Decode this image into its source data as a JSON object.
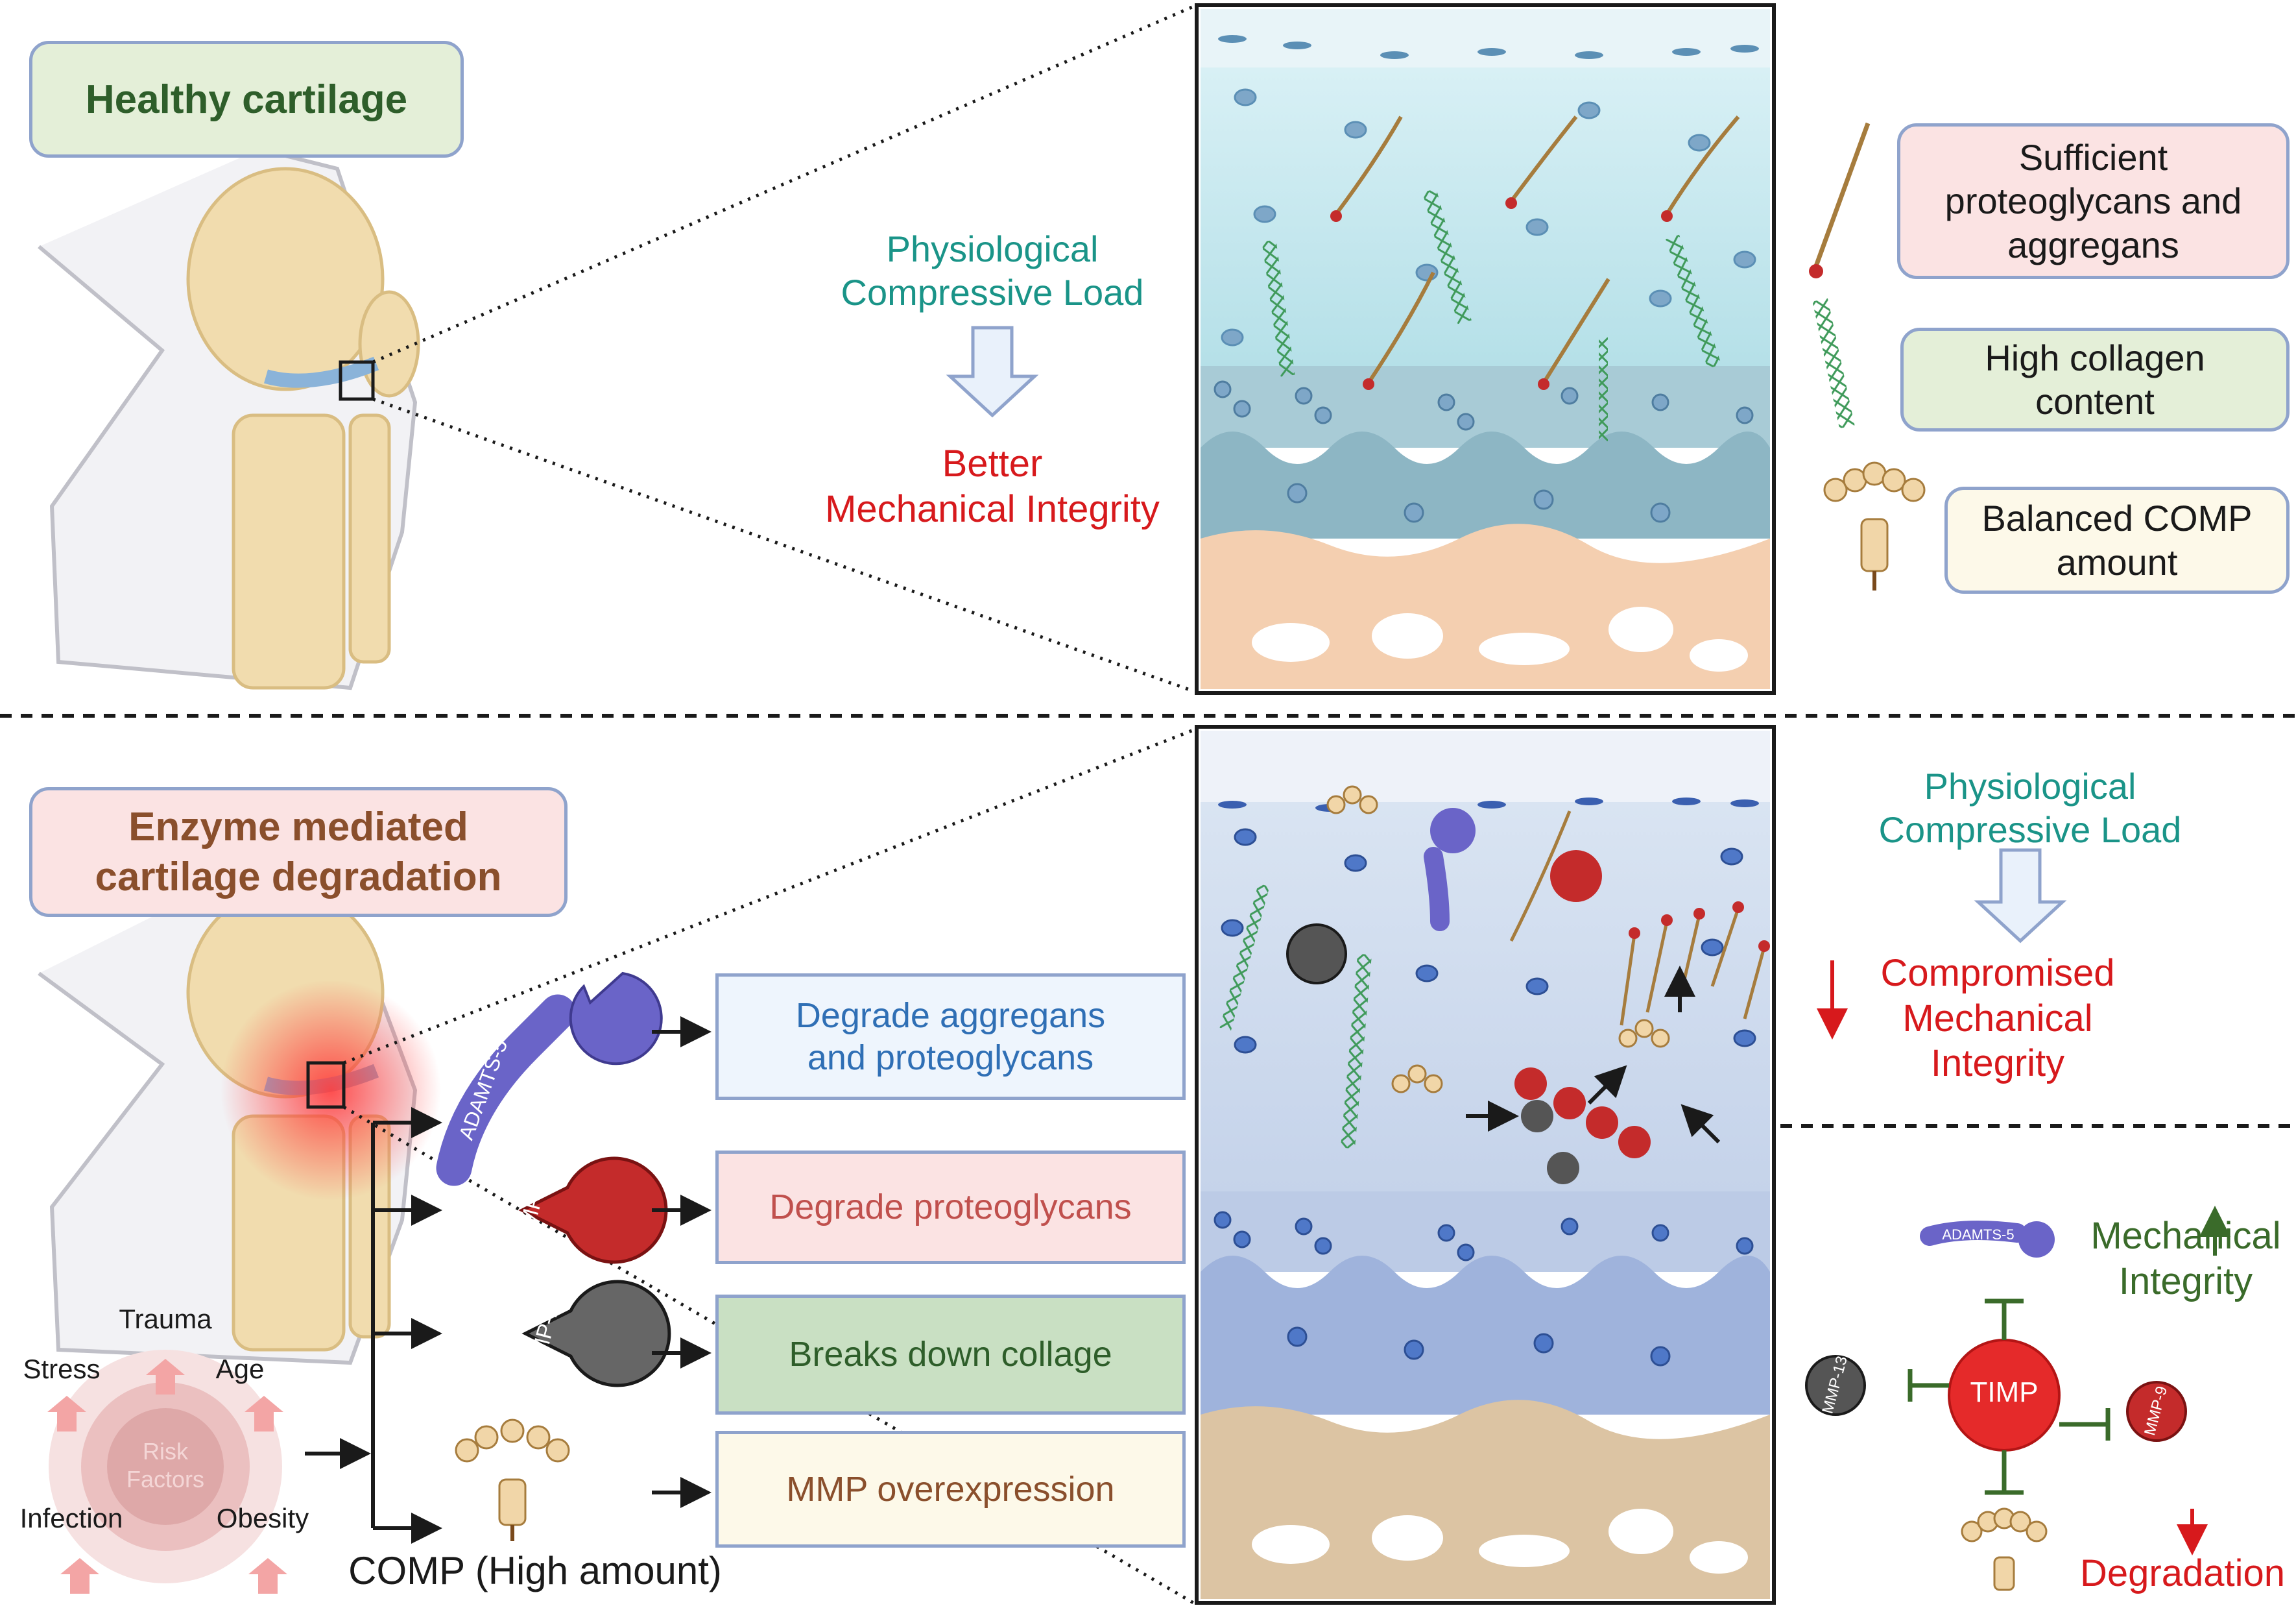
{
  "healthy": {
    "title": "Healthy cartilage",
    "load_line1": "Physiological",
    "load_line2": "Compressive Load",
    "result_line1": "Better",
    "result_line2": "Mechanical Integrity",
    "legend": [
      {
        "line1": "Sufficient",
        "line2": "proteoglycans and",
        "line3": "aggregans"
      },
      {
        "line1": "High collagen",
        "line2": "content"
      },
      {
        "line1": "Balanced COMP",
        "line2": "amount"
      }
    ]
  },
  "degraded": {
    "title_line1": "Enzyme mediated",
    "title_line2": "cartilage degradation",
    "load_line1": "Physiological",
    "load_line2": "Compressive Load",
    "result_line1": "Compromised",
    "result_line2": "Mechanical",
    "result_line3": "Integrity",
    "risk": {
      "center_line1": "Risk",
      "center_line2": "Factors",
      "trauma": "Trauma",
      "stress": "Stress",
      "age": "Age",
      "infection": "Infection",
      "obesity": "Obesity"
    },
    "enzymes": {
      "adamts": "ADAMTS-5",
      "mmp9": "MMP-9",
      "mmp13": "MMP-13",
      "comp_label": "COMP (High amount)"
    },
    "functions": [
      {
        "line1": "Degrade aggregans",
        "line2": "and proteoglycans"
      },
      {
        "line1": "Degrade proteoglycans"
      },
      {
        "line1": "Breaks down collage"
      },
      {
        "line1": "MMP overexpression"
      }
    ],
    "timp": {
      "center": "TIMP",
      "adamts": "ADAMTS-5",
      "mmp13": "MMP-13",
      "mmp9": "MMP-9",
      "mech_line1": "Mechanical",
      "mech_line2": "Integrity",
      "degradation": "Degradation"
    }
  },
  "colors": {
    "green_title": "#2e5e2a",
    "brown_title": "#8a4f2c",
    "teal": "#1a9488",
    "red": "#d7191c",
    "dark_green": "#3a6b2a",
    "blue_text": "#2f6fb5",
    "pink_text": "#c0504d",
    "brown_text": "#8a4f2c"
  }
}
